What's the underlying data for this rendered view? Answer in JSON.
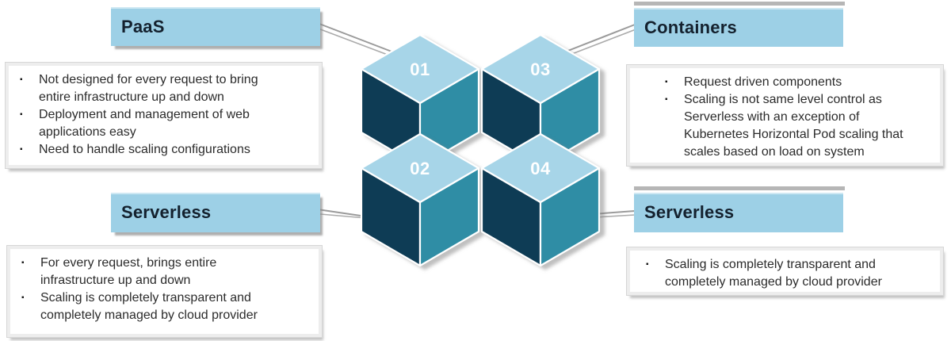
{
  "colors": {
    "header_bg": "#9dd0e6",
    "cube_top": "#a7d5e8",
    "cube_left": "#0e3c55",
    "cube_right": "#2f8da5",
    "connector": "#9b9b9b"
  },
  "panels": {
    "paas": {
      "title": "PaaS",
      "items": [
        "Not designed for every request to bring\nentire infrastructure up and down",
        "Deployment and management of web\napplications easy",
        "Need to handle scaling configurations"
      ]
    },
    "containers": {
      "title": "Containers",
      "items": [
        "Request driven components",
        "Scaling is not same level control as\nServerless with an exception of\nKubernetes Horizontal Pod scaling that\nscales based on load on system"
      ]
    },
    "serverless_left": {
      "title": "Serverless",
      "items": [
        "For every request, brings entire\ninfrastructure up and down",
        "Scaling is completely transparent and\ncompletely managed by cloud provider"
      ]
    },
    "serverless_right": {
      "title": "Serverless",
      "items": [
        "Scaling is completely transparent and\ncompletely managed by cloud provider"
      ]
    }
  },
  "cubes": [
    {
      "number": "01"
    },
    {
      "number": "02"
    },
    {
      "number": "03"
    },
    {
      "number": "04"
    }
  ],
  "bullet_glyph": "▪"
}
